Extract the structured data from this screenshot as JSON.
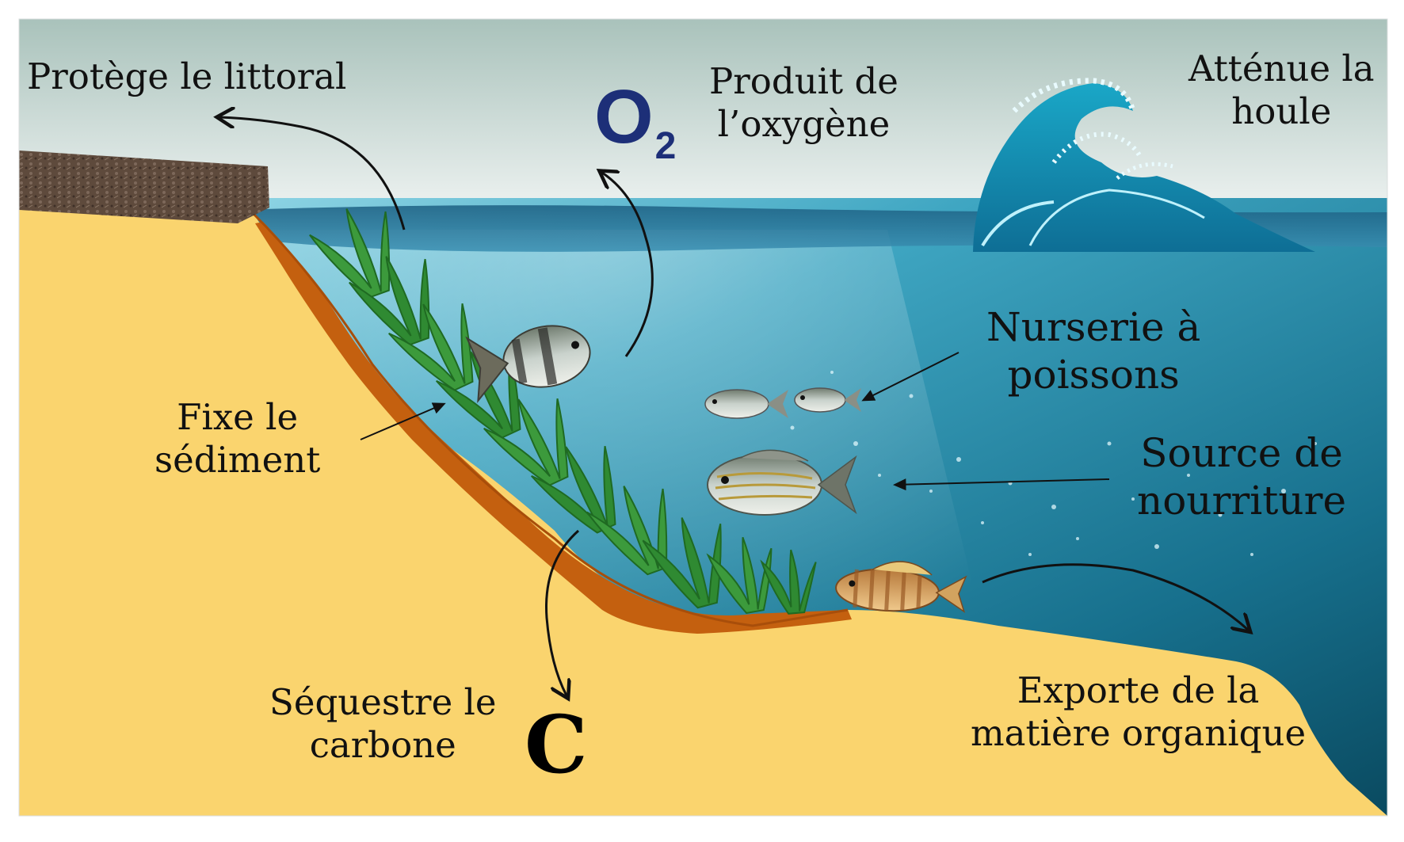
{
  "labels": {
    "protege": "Protège le littoral",
    "produit": "Produit de\nl’oxygène",
    "attenue": "Atténue la\nhoule",
    "nurserie": "Nurserie à\npoissons",
    "source": "Source de\nnourriture",
    "fixe": "Fixe le\nsédiment",
    "sequestre": "Séquestre le\ncarbone",
    "exporte": "Exporte de la\nmatière organique"
  },
  "symbols": {
    "o": "O",
    "o_sub": "2",
    "carbon": "C"
  },
  "colors": {
    "sand": "#fad46e",
    "sediment": "#c4600f",
    "sky_top": "#a9c2bb",
    "sky_bottom": "#eef3f2",
    "water_light": "#8fd6e6",
    "water_mid": "#2e95b3",
    "water_deep": "#0b4f66",
    "seagrass": "#2f8a32",
    "o2_blue": "#1d2f78"
  }
}
